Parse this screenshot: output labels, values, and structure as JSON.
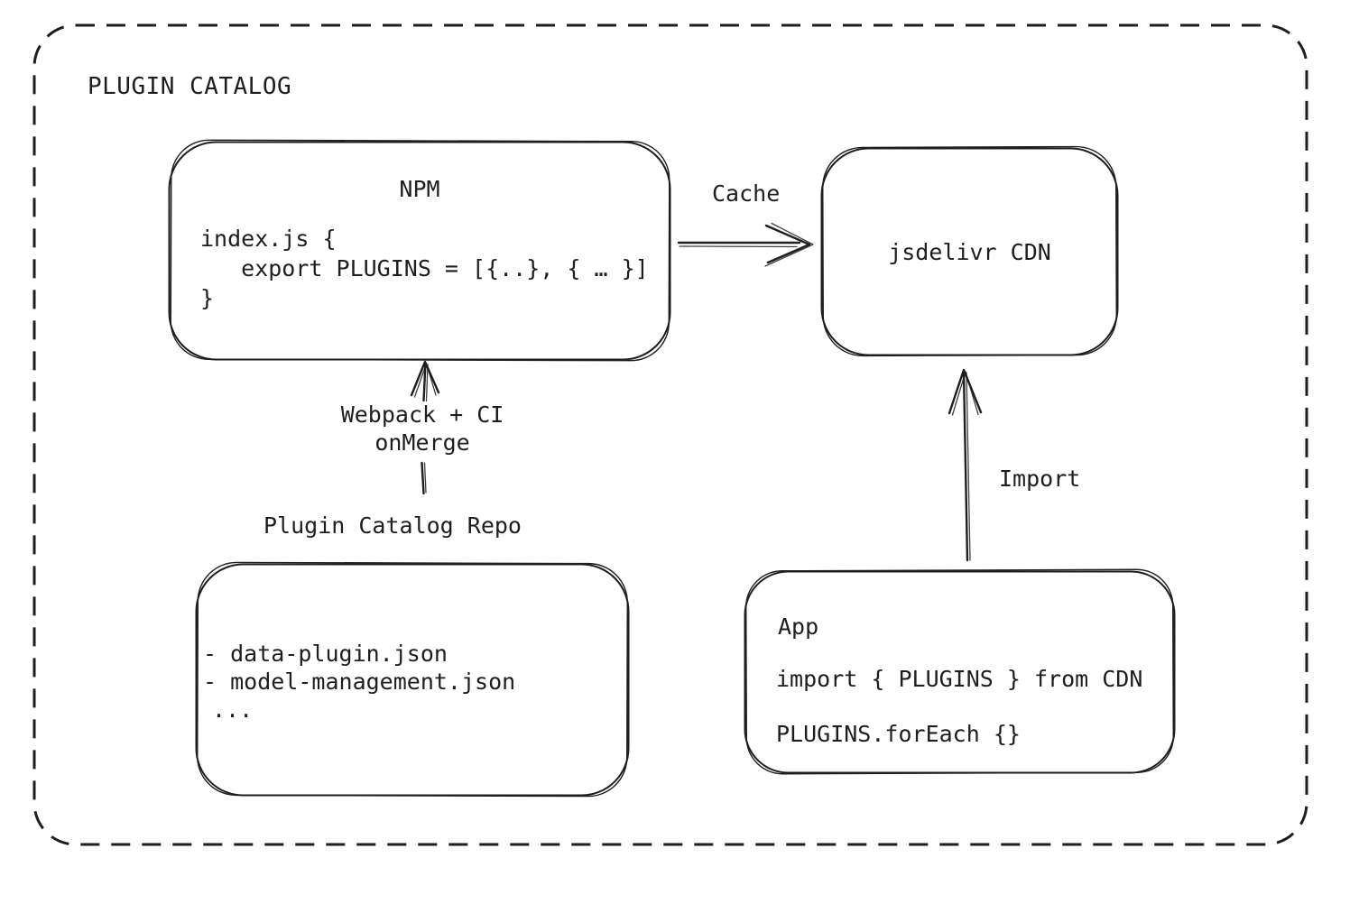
{
  "canvas": {
    "title": "PLUGIN CATALOG",
    "ink_color": "#1e1e1e",
    "background_color": "#ffffff"
  },
  "nodes": {
    "npm": {
      "title": "NPM",
      "code_lines": [
        "index.js {",
        "   export PLUGINS = [{..}, { … }]",
        "}"
      ]
    },
    "cdn": {
      "title": "jsdelivr CDN"
    },
    "repo": {
      "label": "Plugin Catalog Repo",
      "files": [
        "- data-plugin.json",
        "- model-management.json",
        "..."
      ]
    },
    "app": {
      "title": "App",
      "code_lines": [
        "import { PLUGINS } from CDN",
        "PLUGINS.forEach {}"
      ]
    }
  },
  "edges": {
    "cache": {
      "label": "Cache",
      "from": "npm",
      "to": "cdn"
    },
    "build": {
      "label_lines": [
        "Webpack + CI",
        "onMerge"
      ],
      "from": "repo",
      "to": "npm"
    },
    "import": {
      "label": "Import",
      "from": "app",
      "to": "cdn"
    }
  }
}
